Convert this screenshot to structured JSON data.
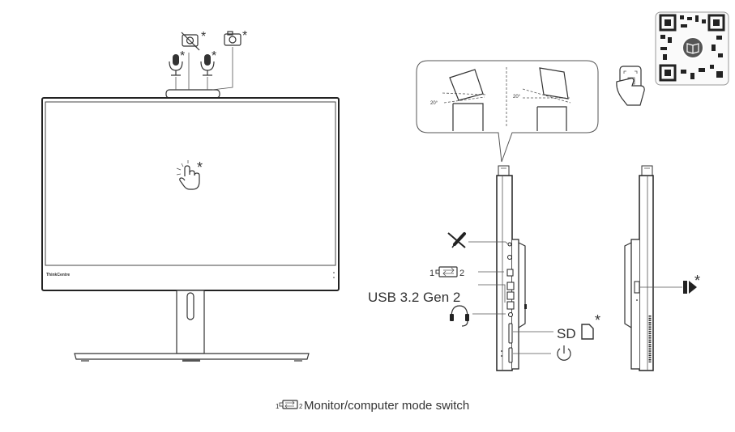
{
  "labels": {
    "asterisk": "*",
    "brand": "ThinkCentre",
    "angle_left": "20°",
    "angle_right": "20°",
    "mode_switch_num_1": "1",
    "mode_switch_num_2": "2",
    "usb": "USB 3.2 Gen 2",
    "sd": "SD"
  },
  "caption": {
    "num_1": "1",
    "num_2": "2",
    "text": "Monitor/computer mode switch"
  },
  "icons": [
    "camera-privacy-icon",
    "camera-icon",
    "microphone-icon",
    "touch-icon",
    "qr-code-icon",
    "phone-scan-icon",
    "mic-mute-icon",
    "mode-switch-icon",
    "headset-icon",
    "sd-card-icon",
    "power-icon",
    "hdmi-in-icon"
  ]
}
